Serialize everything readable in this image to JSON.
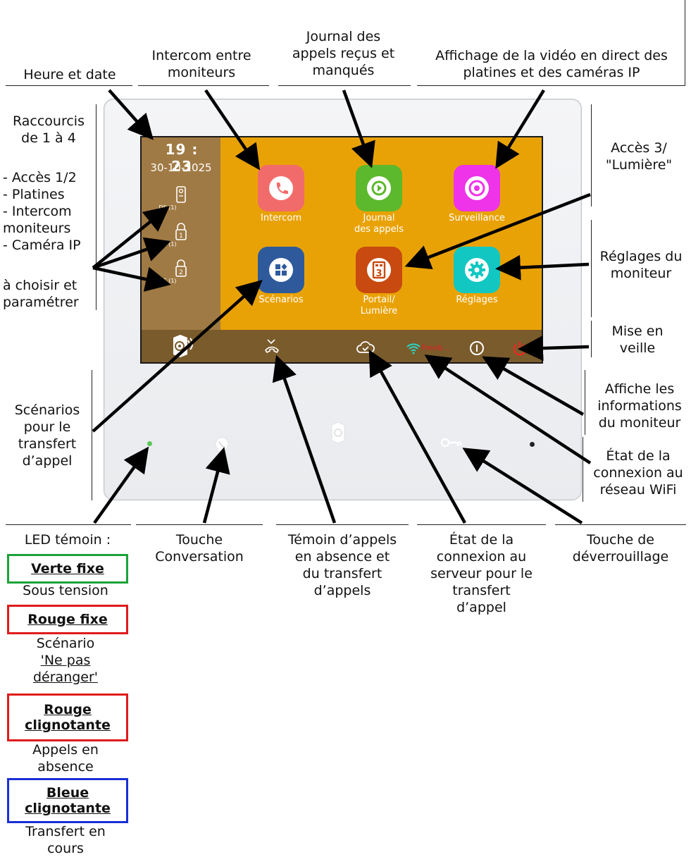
{
  "labels": {
    "heure_date": "Heure et date",
    "intercom_moniteurs": "Intercom entre\nmoniteurs",
    "journal": "Journal des\nappels reçus et\nmanqués",
    "affichage": "Affichage de la vidéo en direct des\nplatines et des caméras IP",
    "raccourcis": "Raccourcis\nde 1 à 4",
    "raccourcis_list": "- Accès 1/2\n- Platines\n- Intercom\nmoniteurs\n- Caméra IP",
    "a_choisir": "à choisir et\nparamétrer",
    "acces3": "Accès 3/\n\"Lumière\"",
    "reglages_moniteur": "Réglages du\nmoniteur",
    "mise_en_veille": "Mise en\nveille",
    "affiche_infos": "Affiche les\ninformations\ndu moniteur",
    "etat_wifi": "État de la\nconnexion au\nréseau WiFi",
    "scenarios_transfert": "Scénarios\npour le\ntransfert\nd’appel",
    "led_temoin": "LED témoin :",
    "touche_conversation": "Touche\nConversation",
    "temoin_appels": "Témoin d’appels\nen absence et\ndu transfert\nd’appels",
    "etat_serveur": "État de la\nconnexion au\nserveur pour le\ntransfert\nd’appel",
    "touche_deverrouillage": "Touche de\ndéverrouillage"
  },
  "screen": {
    "time": "19 : 23",
    "date": "30-10-2025",
    "shortcuts": [
      "DS (1)",
      "DS (1)",
      "DS (1)"
    ],
    "apps": [
      {
        "name": "Intercom",
        "color": "#f26b6b",
        "icon": "phone-icon"
      },
      {
        "name": "Journal\ndes appels",
        "color": "#5cb82c",
        "icon": "call-log-icon"
      },
      {
        "name": "Surveillance",
        "color": "#ee33e8",
        "icon": "camera-icon"
      },
      {
        "name": "Scénarios",
        "color": "#2e5a9c",
        "icon": "scenario-icon"
      },
      {
        "name": "Portail/\nLumière",
        "color": "#c84a10",
        "icon": "gate-icon"
      },
      {
        "name": "Réglages",
        "color": "#12c7c2",
        "icon": "gear-icon"
      }
    ],
    "wifi_label": "Freeb..."
  },
  "legend": [
    {
      "title": "Verte fixe",
      "border": "#1aa33a",
      "desc": "Sous tension",
      "desc_underlined": ""
    },
    {
      "title": "Rouge fixe",
      "border": "#e01b1b",
      "desc": "Scénario",
      "desc_underlined": "'Ne pas\ndéranger'"
    },
    {
      "title": "Rouge\nclignotante",
      "border": "#e01b1b",
      "desc": "Appels en\nabsence",
      "desc_underlined": ""
    },
    {
      "title": "Bleue\nclignotante",
      "border": "#1a2fd6",
      "desc": "Transfert en\ncours",
      "desc_underlined": ""
    }
  ]
}
